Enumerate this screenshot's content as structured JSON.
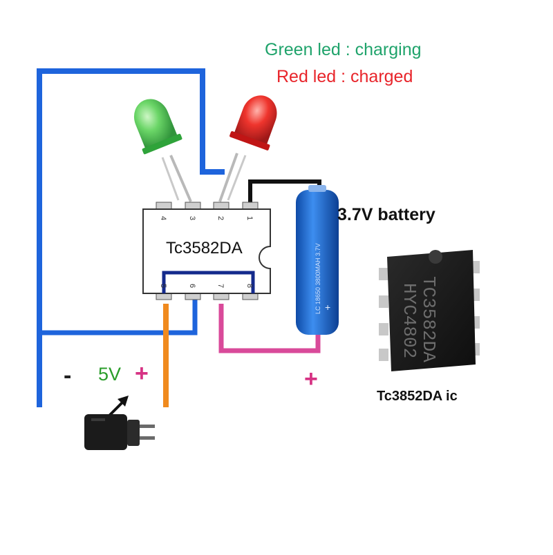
{
  "legend": {
    "green": "Green led : charging",
    "red": "Red led : charged"
  },
  "chip": {
    "label": "Tc3582DA",
    "pins_top": [
      "4",
      "3",
      "2",
      "1"
    ],
    "pins_bottom": [
      "5",
      "6",
      "7",
      "8"
    ]
  },
  "battery": {
    "label": "3.7V battery",
    "body_text": "LC 18650 3800MAH 3.7V",
    "polarity": "+"
  },
  "supply": {
    "minus": "-",
    "voltage": "5V",
    "plus": "+"
  },
  "battery_plus": "+",
  "ic_photo": {
    "line1": "TC3582DA",
    "line2": "HYC4802",
    "caption": "Tc3852DA ic"
  },
  "colors": {
    "wire_blue": "#1e64dc",
    "wire_navy": "#142a8c",
    "wire_black": "#111111",
    "wire_pink": "#d94a9a",
    "wire_orange": "#f08a1e",
    "led_green": "#3cc04a",
    "led_red": "#e01e1e",
    "battery": "#1f6fd1"
  },
  "icons": [
    "green-led-icon",
    "red-led-icon",
    "battery-icon",
    "charger-plug-icon",
    "arrow-icon",
    "ic-photo-icon"
  ]
}
